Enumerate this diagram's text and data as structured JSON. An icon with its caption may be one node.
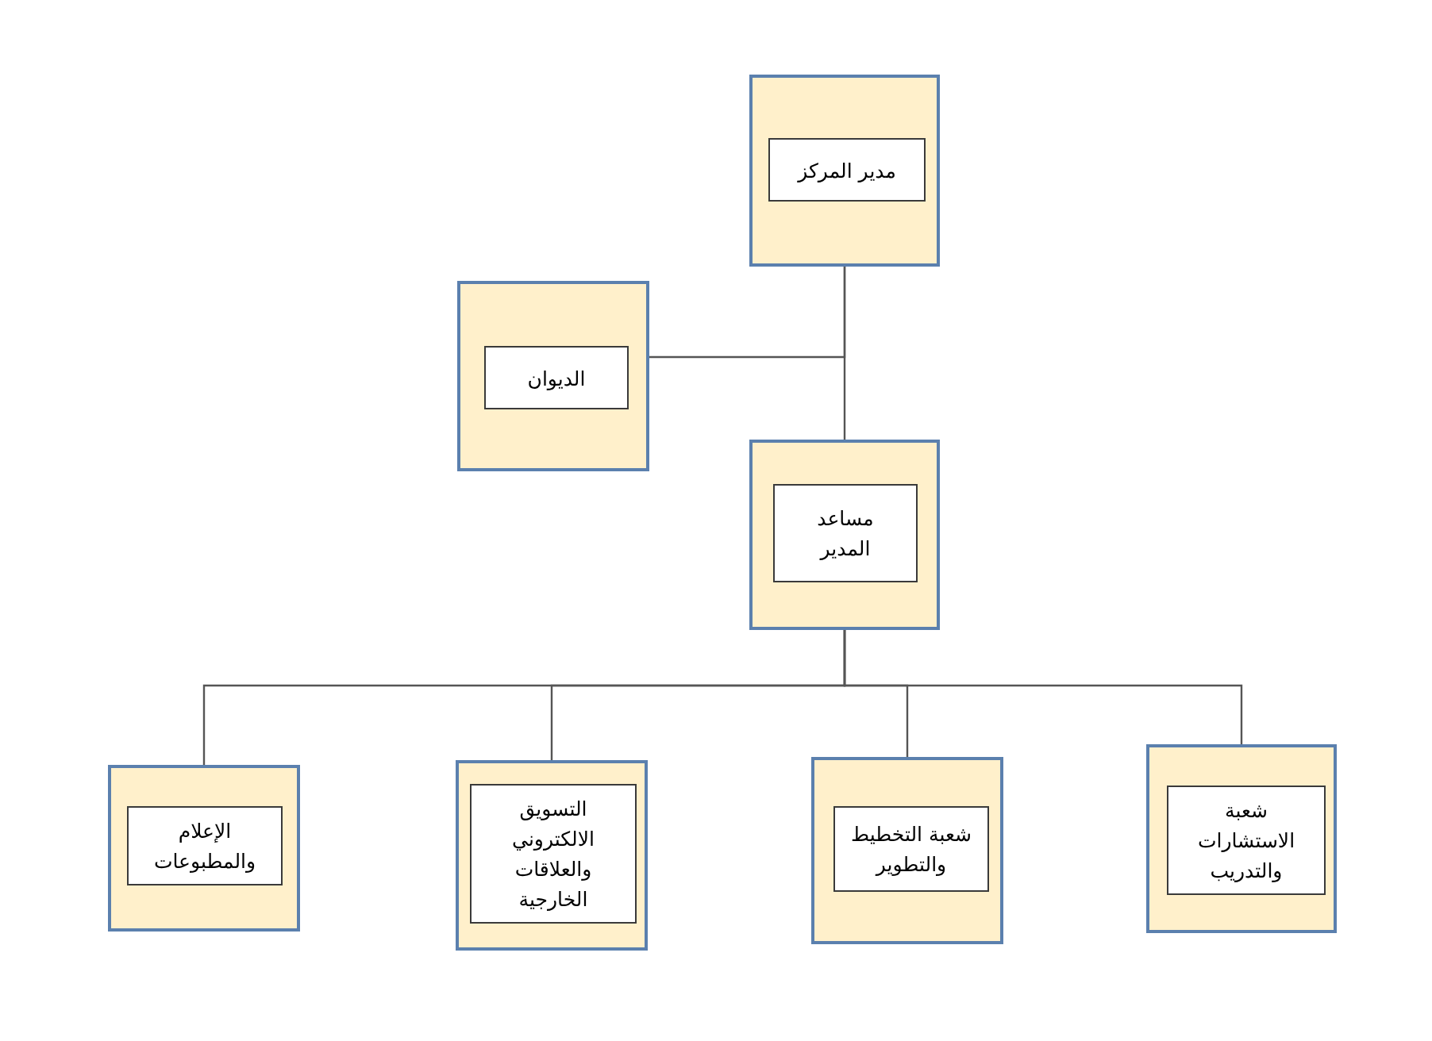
{
  "diagram": {
    "nodes": [
      {
        "text": [],
        "shape": "box"
      },
      {
        "text": [
          "مدير المركز"
        ],
        "in": 0
      },
      {
        "text": [],
        "shape": "box"
      },
      {
        "text": [
          "الديوان"
        ],
        "in": 2
      },
      {
        "text": [],
        "shape": "box"
      },
      {
        "text": [
          "مساعد المدير"
        ],
        "in": 4
      },
      {
        "text": [],
        "shape": "box"
      },
      {
        "text": [
          "شعبة الاستشارات والتدريب"
        ],
        "in": 6
      },
      {
        "text": [],
        "shape": "box"
      },
      {
        "text": [
          "شعبة التخطيط والتطوير"
        ],
        "in": 8
      },
      {
        "text": [],
        "shape": "box"
      },
      {
        "text": [
          "التسويق الالكتروني والعلاقات الخارجية"
        ],
        "in": 10
      },
      {
        "text": [],
        "shape": "box"
      },
      {
        "text": [
          "الإعلام والمطبوعات"
        ],
        "in": 12
      }
    ],
    "edges": [
      {
        "from": 0,
        "to": 4,
        "arrow": "none"
      },
      {
        "from": 0,
        "to": 2,
        "arrow": "none"
      },
      {
        "from": 4,
        "to": 6,
        "arrow": "none"
      },
      {
        "from": 4,
        "to": 8,
        "arrow": "none"
      },
      {
        "from": 4,
        "to": 10,
        "arrow": "none"
      },
      {
        "from": 4,
        "to": 12,
        "arrow": "none"
      }
    ]
  }
}
